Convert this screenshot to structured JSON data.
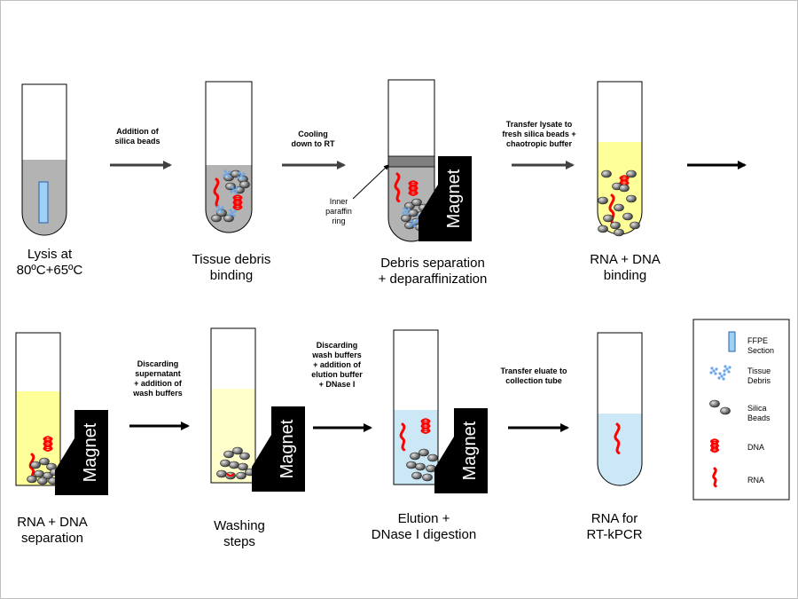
{
  "steps": [
    {
      "label": "Lysis at\n80ºC+65ºC"
    },
    {
      "label": "Tissue debris\nbinding"
    },
    {
      "label": "Debris separation\n+ deparaffinization"
    },
    {
      "label": "RNA + DNA\nbinding"
    },
    {
      "label": "RNA + DNA\nseparation"
    },
    {
      "label": "Washing\nsteps"
    },
    {
      "label": "Elution +\nDNase I digestion"
    },
    {
      "label": "RNA for\nRT-kPCR"
    }
  ],
  "arrows": [
    {
      "text": "Addition of\nsilica beads"
    },
    {
      "text": "Cooling\ndown to RT"
    },
    {
      "text": "Transfer lysate to\nfresh silica beads +\nchaotropic buffer"
    },
    {
      "text": "Discarding\nsupernatant\n+ addition of\nwash buffers"
    },
    {
      "text": "Discarding\nwash buffers\n+ addition of\nelution buffer\n+ DNase I"
    },
    {
      "text": "Transfer eluate to\ncollection tube"
    }
  ],
  "inner_ring_label": "Inner\nparaffin\nring",
  "magnet_label": "Magnet",
  "legend": [
    {
      "label": "FFPE\nSection",
      "icon": "ffpe-section-icon"
    },
    {
      "label": "Tissue\nDebris",
      "icon": "tissue-debris-icon"
    },
    {
      "label": "Silica\nBeads",
      "icon": "silica-beads-icon"
    },
    {
      "label": "DNA",
      "icon": "dna-icon"
    },
    {
      "label": "RNA",
      "icon": "rna-icon"
    }
  ],
  "colors": {
    "gray_lysate": "#b3b3b3",
    "yellow_binding": "#ffff99",
    "pale_yellow_wash": "#ffffcc",
    "light_blue_elution": "#cce8f6",
    "dna_red": "#ff0000",
    "arrow_gray": "#404040",
    "magnet": "#000000"
  }
}
